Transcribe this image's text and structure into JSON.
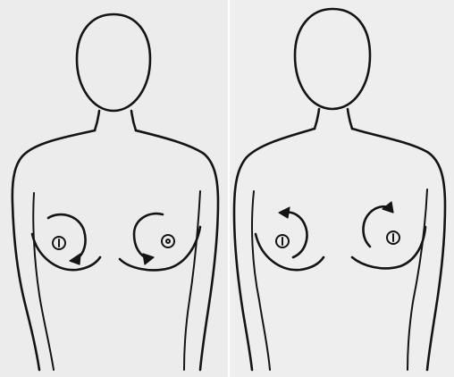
{
  "figures": [
    {
      "id": "left",
      "arrow_direction": "downward",
      "stroke_color": "#141414",
      "background_color": "#ececec"
    },
    {
      "id": "right",
      "arrow_direction": "upward",
      "stroke_color": "#141414",
      "background_color": "#eeeeee"
    }
  ]
}
